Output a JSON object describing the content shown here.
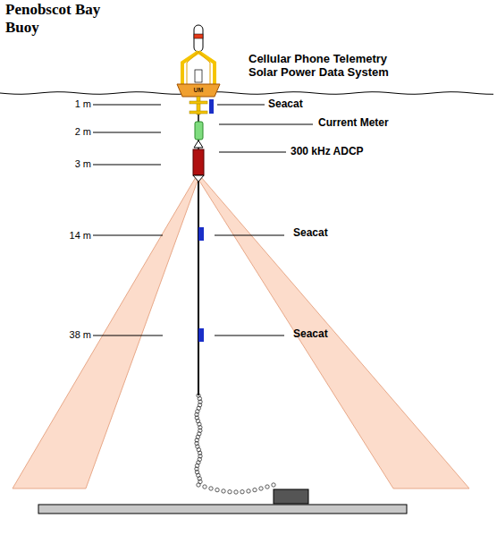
{
  "diagram": {
    "title": "Penobscot Bay Buoy",
    "labels": [
      "Cellular Phone Telemetry Solar Power Data System",
      "UM",
      "1 m",
      "Seacat",
      "2 m",
      "Current Meter",
      "3 m",
      "300 kHz ADCP",
      "14 m",
      "Seacat",
      "38 m",
      "Seacat"
    ]
  }
}
